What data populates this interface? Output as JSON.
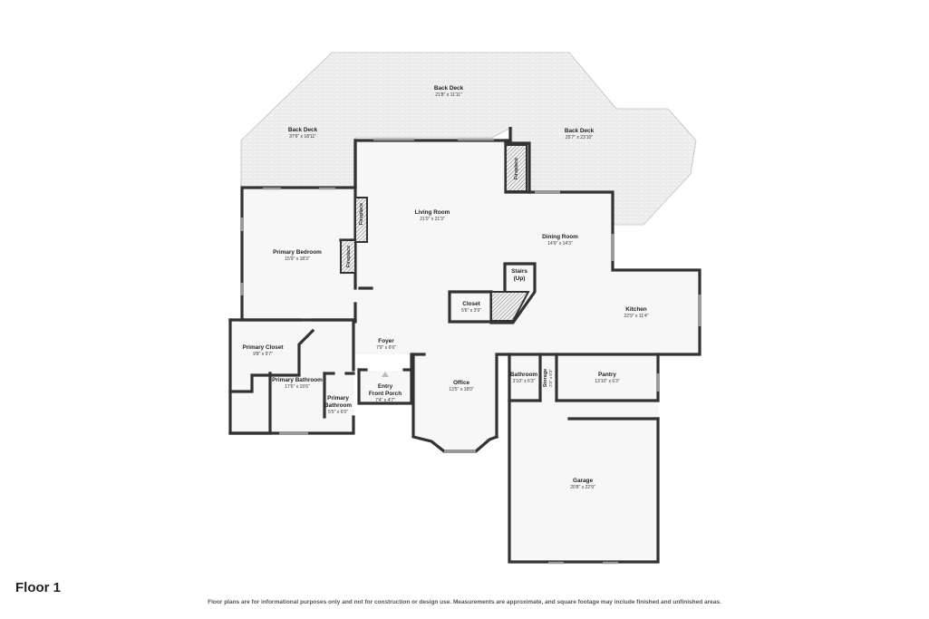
{
  "floor": "Floor 1",
  "disclaimer": "Floor plans are for informational purposes only and not for construction or design use. Measurements are approximate, and square footage may include finished and unfinished areas.",
  "rooms": {
    "back_deck_top": {
      "name": "Back Deck",
      "dims": "21'8\" x 11'11\""
    },
    "back_deck_left": {
      "name": "Back Deck",
      "dims": "37'6\" x 18'11\""
    },
    "back_deck_right": {
      "name": "Back Deck",
      "dims": "25'7\" x 23'10\""
    },
    "living_room": {
      "name": "Living Room",
      "dims": "21'0\" x 21'3\""
    },
    "dining_room": {
      "name": "Dining Room",
      "dims": "14'9\" x 14'3\""
    },
    "primary_bedroom": {
      "name": "Primary Bedroom",
      "dims": "15'9\" x 18'3\""
    },
    "stairs": {
      "name": "Stairs",
      "name2": "(Up)"
    },
    "closet": {
      "name": "Closet",
      "dims": "5'6\" x 3'9\""
    },
    "kitchen": {
      "name": "Kitchen",
      "dims": "22'9\" x 11'4\""
    },
    "foyer": {
      "name": "Foyer",
      "dims": "7'9\" x 6'6\""
    },
    "primary_closet": {
      "name": "Primary Closet",
      "dims": "9'8\" x 9'7\""
    },
    "primary_bathroom": {
      "name": "Primary Bathroom",
      "dims": "17'6\" x 15'6\""
    },
    "primary_bathroom_small": {
      "name": "Primary",
      "name2": "Bathroom",
      "dims": "5'5\" x 6'0\""
    },
    "entry": {
      "name": "Entry",
      "name2": "Front Porch",
      "dims": "7'4\" x 4'7\""
    },
    "office": {
      "name": "Office",
      "dims": "13'5\" x 18'0\""
    },
    "bathroom": {
      "name": "Bathroom",
      "dims": "3'10\" x 6'3\""
    },
    "storage": {
      "name": "Storage",
      "dims": "2'3\" x 6'3\""
    },
    "pantry": {
      "name": "Pantry",
      "dims": "13'10\" x 6'3\""
    },
    "garage": {
      "name": "Garage",
      "dims": "20'8\" x 22'9\""
    },
    "fireplace_deck": {
      "name": "Fireplace"
    },
    "fireplace_living": {
      "name": "Fireplace"
    },
    "fireplace_bedroom": {
      "name": "Fireplace"
    }
  }
}
